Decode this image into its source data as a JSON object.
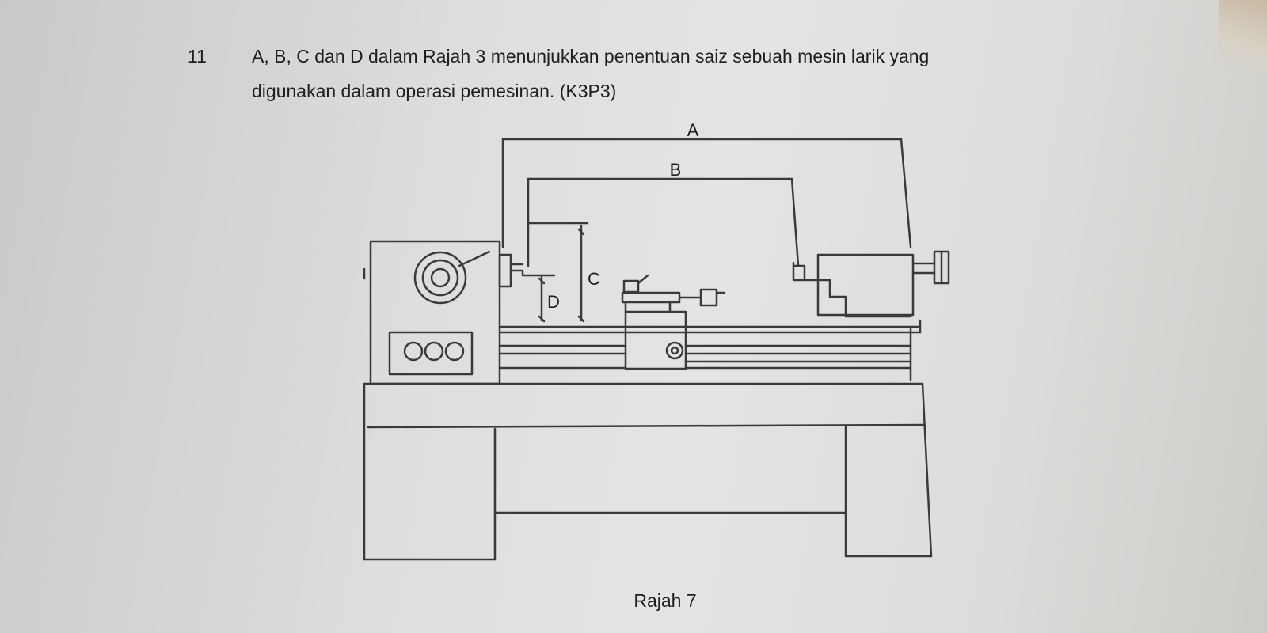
{
  "question": {
    "number": "11",
    "line1": "A, B, C dan D dalam Rajah 3 menunjukkan penentuan saiz sebuah mesin larik yang",
    "line2": "digunakan dalam   operasi pemesinan. (K3P3)"
  },
  "figure": {
    "labels": {
      "a": "A",
      "b": "B",
      "c": "C",
      "d": "D"
    },
    "caption": "Rajah 7"
  }
}
